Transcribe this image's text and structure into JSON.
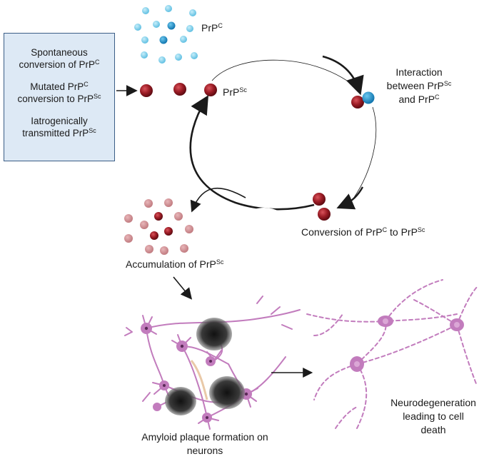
{
  "causes": {
    "item1_a": "Spontaneous",
    "item1_b": "conversion of PrP",
    "item1_sup": "C",
    "item2_a": "Mutated PrP",
    "item2_sup1": "C",
    "item2_b": "conversion to PrP",
    "item2_sup2": "Sc",
    "item3_a": "Iatrogenically",
    "item3_b": "transmitted PrP",
    "item3_sup": "Sc"
  },
  "labels": {
    "prpc_base": "PrP",
    "prpc_sup": "C",
    "prpsc_base": "PrP",
    "prpsc_sup": "Sc",
    "interaction_l1": "Interaction",
    "interaction_l2a": "between PrP",
    "interaction_l2sup": "Sc",
    "interaction_l3a": "and PrP",
    "interaction_l3sup": "C",
    "conversion_a": "Conversion of PrP",
    "conversion_sup1": "C",
    "conversion_b": " to PrP",
    "conversion_sup2": "Sc",
    "accumulation_a": "Accumulation of PrP",
    "accumulation_sup": "Sc",
    "amyloid_l1": "Amyloid plaque formation on",
    "amyloid_l2": "neurons",
    "neuro_l1": "Neurodegeneration",
    "neuro_l2": "leading to cell",
    "neuro_l3": "death"
  },
  "colors": {
    "prpc_light": "#7fd0ea",
    "prpc_dark": "#1590c9",
    "prpsc": "#9b1c25",
    "prpsc_faded": "#cf8f93",
    "neuron": "#c27cbd",
    "plaque": "#2d2d2d",
    "box_fill": "#dde9f5",
    "box_border": "#3b5e86"
  }
}
